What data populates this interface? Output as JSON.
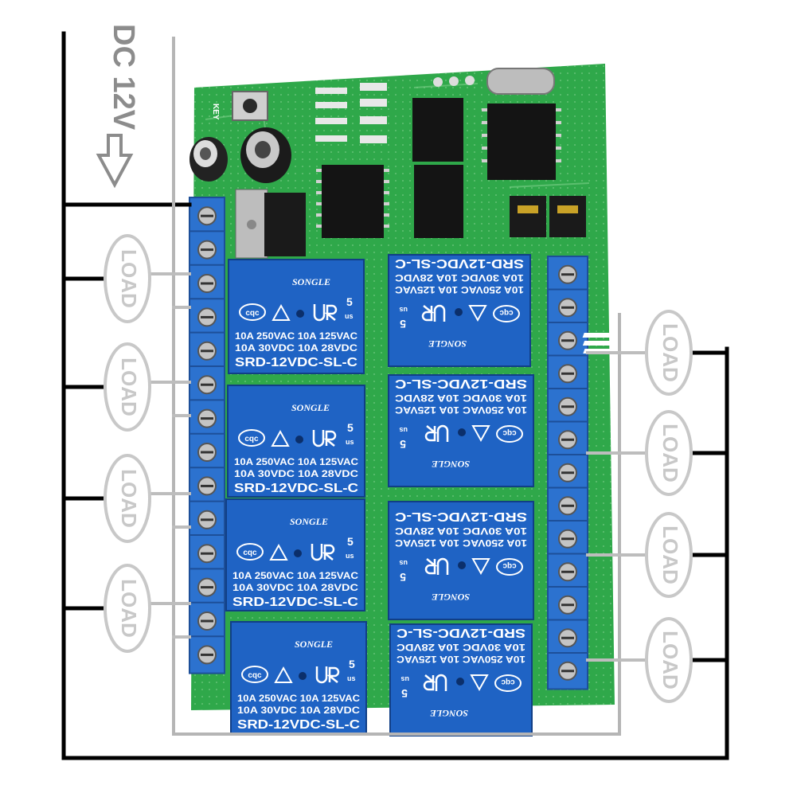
{
  "power_label": "DC 12V",
  "load_label": "LOAD",
  "board_labels": {
    "button": "KEY"
  },
  "relay": {
    "brand": "SONGLE",
    "rating_ac": "10A 250VAC  10A 125VAC",
    "rating_dc": "10A  30VDC  10A  28VDC",
    "model": "SRD-12VDC-SL-C",
    "cert": "cqc",
    "us_mark": "us",
    "number": "5"
  },
  "colors": {
    "pcb": "#2fa84a",
    "relay": "#1f63c4",
    "terminal": "#2c72cf",
    "wire_black": "#000000",
    "wire_gray": "#bdbdbd"
  }
}
